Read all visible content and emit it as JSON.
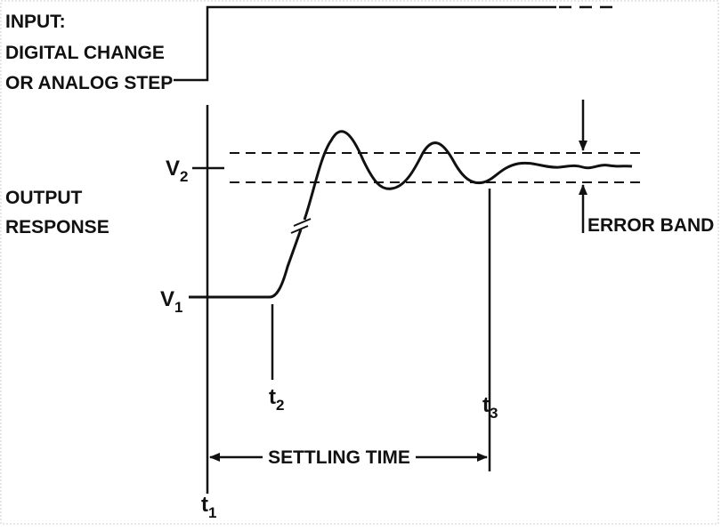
{
  "input_label": {
    "line1": "INPUT:",
    "line2": "DIGITAL CHANGE",
    "line3": "OR ANALOG STEP"
  },
  "output_label": {
    "line1": "OUTPUT",
    "line2": "RESPONSE"
  },
  "v2": {
    "main": "V",
    "sub": "2"
  },
  "v1": {
    "main": "V",
    "sub": "1"
  },
  "t1": {
    "main": "t",
    "sub": "1"
  },
  "t2": {
    "main": "t",
    "sub": "2"
  },
  "t3": {
    "main": "t",
    "sub": "3"
  },
  "error_band_label": "ERROR BAND",
  "settling_time_label": "SETTLING TIME",
  "colors": {
    "ink": "#111111",
    "background": "#ffffff"
  }
}
